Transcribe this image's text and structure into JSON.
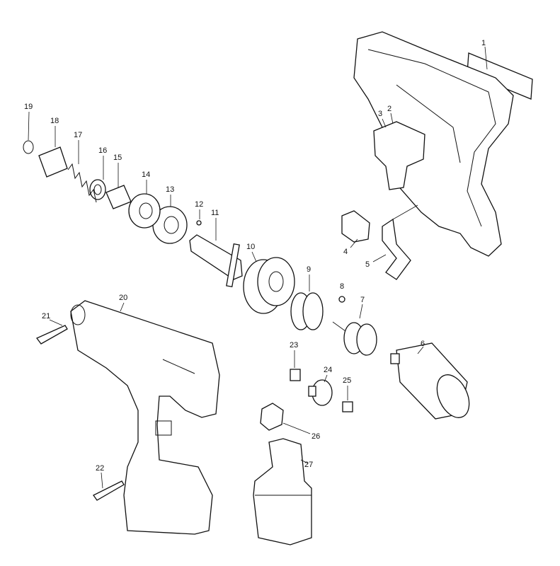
{
  "diagram": {
    "type": "exploded-parts-diagram",
    "parts": {
      "1": "1",
      "2": "2",
      "3": "3",
      "4": "4",
      "5": "5",
      "6": "6",
      "7": "7",
      "8": "8",
      "9": "9",
      "10": "10",
      "11": "11",
      "12": "12",
      "13": "13",
      "14": "14",
      "15": "15",
      "16": "16",
      "17": "17",
      "18": "18",
      "19": "19",
      "20": "20",
      "21": "21",
      "22": "22",
      "23": "23",
      "24": "24",
      "25": "25",
      "26": "26",
      "27": "27"
    }
  }
}
